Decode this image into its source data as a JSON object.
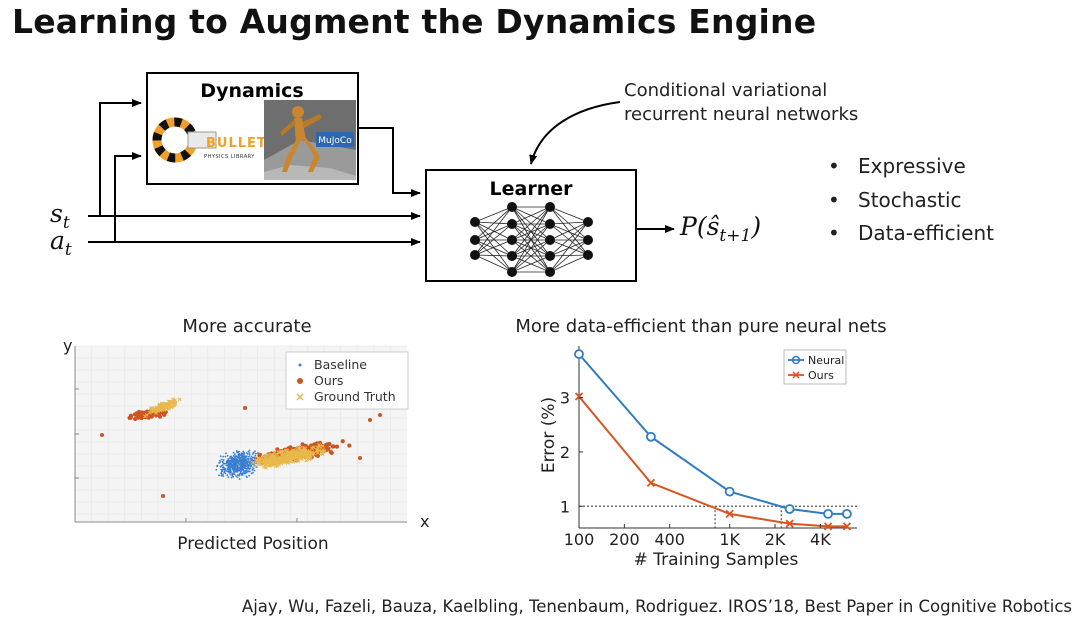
{
  "title": "Learning to Augment the Dynamics Engine",
  "diagram": {
    "dynamics_box": {
      "title": "Dynamics",
      "bullet_logo": "BULLET",
      "bullet_logo_sub": "PHYSICS LIBRARY",
      "mujoco_logo": "MuJoCo"
    },
    "learner_box": {
      "title": "Learner"
    },
    "annotation": "Conditional variational\nrecurrent neural networks",
    "input_state": "s",
    "input_state_sub": "t",
    "input_action": "a",
    "input_action_sub": "t",
    "output": "P(ŝ",
    "output_sub": "t+1",
    "output_close": ")"
  },
  "bullets": [
    "Expressive",
    "Stochastic",
    "Data-efficient"
  ],
  "chart_data": [
    {
      "type": "scatter",
      "title": "More accurate",
      "xlabel": "Predicted Position",
      "ylabel": "",
      "x_axis_letter": "x",
      "y_axis_letter": "y",
      "legend_placement": "top-right",
      "grid": true,
      "series": [
        {
          "name": "Baseline",
          "color": "#3a7fd0",
          "marker": "dot"
        },
        {
          "name": "Ours",
          "color": "#cc5522",
          "marker": "circle"
        },
        {
          "name": "Ground Truth",
          "color": "#e8b84c",
          "marker": "x"
        }
      ]
    },
    {
      "type": "line",
      "title": "More data-efficient than pure neural nets",
      "xlabel": "# Training Samples",
      "ylabel": "Error (%)",
      "x_scale": "log",
      "x_ticks": [
        "100",
        "200",
        "400",
        "1K",
        "2K",
        "4K"
      ],
      "x_tick_values": [
        100,
        200,
        400,
        1000,
        2000,
        4000
      ],
      "y_ticks": [
        "1",
        "2",
        "3"
      ],
      "y_tick_values": [
        1,
        2,
        3
      ],
      "xlim": [
        100,
        7000
      ],
      "ylim": [
        0.6,
        3.95
      ],
      "legend_placement": "top-right",
      "grid": false,
      "series": [
        {
          "name": "Neural",
          "color": "#2f7cc4",
          "marker": "o",
          "x": [
            100,
            300,
            1000,
            2500,
            4500,
            6000
          ],
          "y": [
            3.8,
            2.28,
            1.27,
            0.95,
            0.86,
            0.86
          ]
        },
        {
          "name": "Ours",
          "color": "#d9541e",
          "marker": "x",
          "x": [
            100,
            300,
            1000,
            2500,
            4500,
            6000
          ],
          "y": [
            3.02,
            1.43,
            0.86,
            0.68,
            0.63,
            0.63
          ]
        }
      ],
      "reference_line": {
        "y": 1,
        "style": "dotted"
      },
      "drop_lines_x": [
        800,
        2200
      ]
    }
  ],
  "citation": "Ajay, Wu, Fazeli, Bauza, Kaelbling, Tenenbaum, Rodriguez. IROS’18, Best Paper in Cognitive Robotics"
}
